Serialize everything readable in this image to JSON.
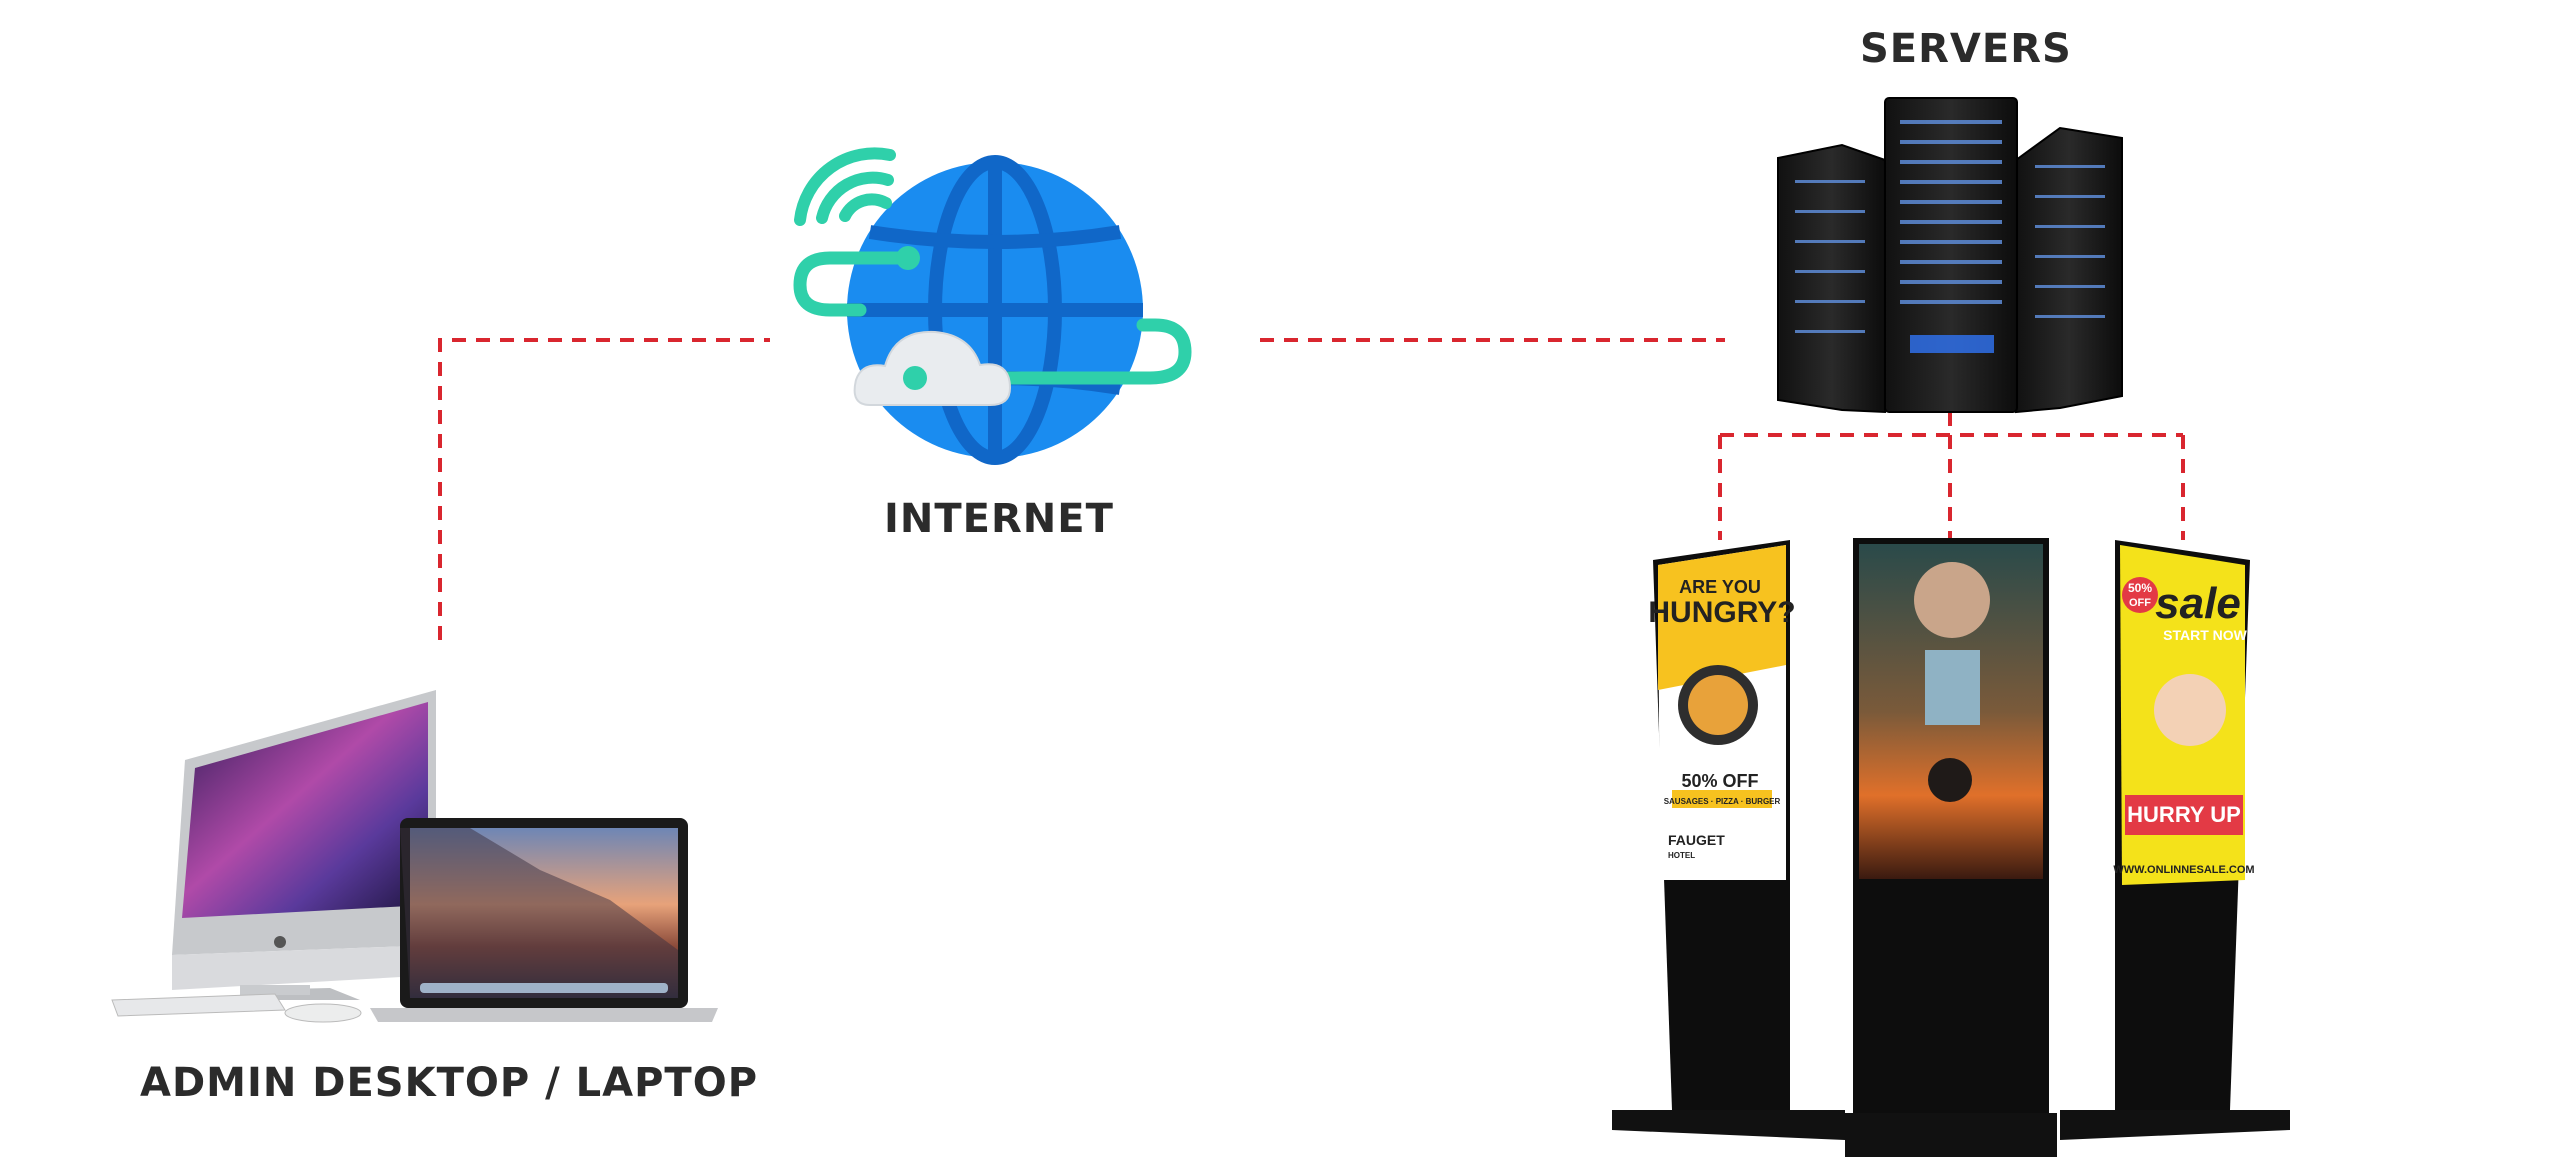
{
  "labels": {
    "servers": "SERVERS",
    "internet": "INTERNET",
    "admin": "ADMIN DESKTOP / LAPTOP"
  },
  "posters": {
    "food": {
      "line1": "ARE YOU",
      "line2": "HUNGRY?",
      "offer": "50% OFF",
      "items": "SAUSAGES · PIZZA · BURGER",
      "brand": "FAUGET",
      "brand_sub": "HOTEL"
    },
    "sale": {
      "badge1": "50%",
      "badge2": "OFF",
      "title": "sale",
      "sub": "START NOW",
      "cta": "HURRY UP",
      "url": "WWW.ONLINNESALE.COM"
    }
  },
  "colors": {
    "connector": "#d9262f",
    "globe": "#1a8cf0",
    "globe_dark": "#1067c8",
    "signal": "#2fd0aa",
    "label": "#2b2b2b"
  },
  "icons": [
    "globe-icon",
    "wifi-signal-icon",
    "cloud-icon",
    "server-rack-icon",
    "imac-icon",
    "laptop-icon",
    "kiosk-display-icon"
  ]
}
